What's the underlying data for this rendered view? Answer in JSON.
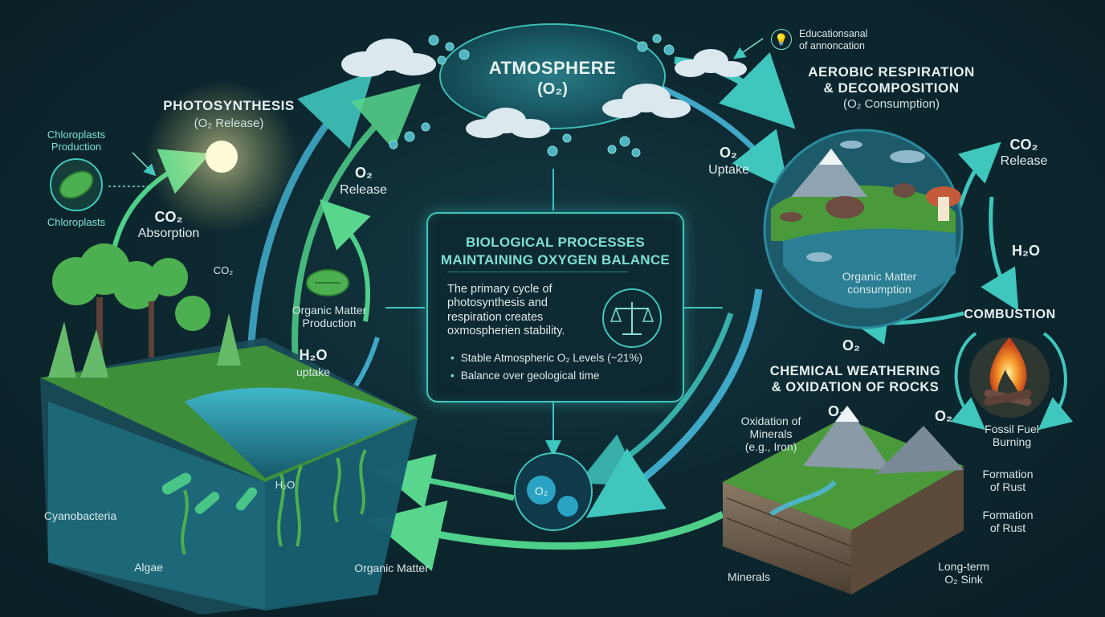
{
  "atmosphere": {
    "title": "ATMOSPHERE",
    "formula": "(O₂)"
  },
  "edu_note": {
    "line1": "Educationsanal",
    "line2": "of annoncation"
  },
  "photosynthesis": {
    "title": "PHOTOSYNTHESIS",
    "subtitle": "(O₂ Release)",
    "chloroplasts_production": "Chloroplasts\nProduction",
    "chloroplasts": "Chloroplasts",
    "co2_absorption_formula": "CO₂",
    "co2_absorption": "Absorption",
    "co2_small": "CO₂",
    "o2_release_formula": "O₂",
    "o2_release": "Release",
    "organic_matter_production": "Organic Matter\nProduction",
    "h2o_formula": "H₂O",
    "h2o_uptake": "uptake",
    "h2o_water": "H₂O",
    "cyanobacteria": "Cyanobacteria",
    "algae": "Algae",
    "organic_matter": "Organic Matter"
  },
  "respiration": {
    "title_line1": "AEROBIC RESPIRATION",
    "title_line2": "& DECOMPOSITION",
    "subtitle": "(O₂ Consumption)",
    "o2_uptake_formula": "O₂",
    "o2_uptake": "Uptake",
    "co2_release_formula": "CO₂",
    "co2_release": "Release",
    "organic_consumption": "Organic Matter\nconsumption",
    "h2o": "H₂O",
    "o2": "O₂"
  },
  "combustion": {
    "title": "COMBUSTION",
    "fossil": "Fossil Fuel\nBurning"
  },
  "weathering": {
    "title_line1": "CHEMICAL WEATHERING",
    "title_line2": "& OXIDATION OF ROCKS",
    "o2_left": "O₂",
    "o2_right": "O₂",
    "oxidation": "Oxidation of\nMinerals\n(e.g., Iron)",
    "rust1": "Formation\nof Rust",
    "rust2": "Formation\nof Rust",
    "minerals": "Minerals",
    "sink": "Long-term\nO₂ Sink"
  },
  "central": {
    "title_line1": "BIOLOGICAL PROCESSES",
    "title_line2": "MAINTAINING OXYGEN BALANCE",
    "description": "The primary cycle of photosynthesis and respiration creates oxmospherien stability.",
    "bullets": [
      "Stable Atmospheric O₂ Levels (~21%)",
      "Balance over geological time"
    ]
  },
  "o2_molecule": "O₂",
  "colors": {
    "teal": "#3fc6bd",
    "green": "#4fd08a",
    "bg": "#0d2830"
  },
  "icons": [
    "sun-icon",
    "chloroplast-icon",
    "balance-scale-icon",
    "fire-icon",
    "lightbulb-icon",
    "o2-molecule-icon"
  ]
}
